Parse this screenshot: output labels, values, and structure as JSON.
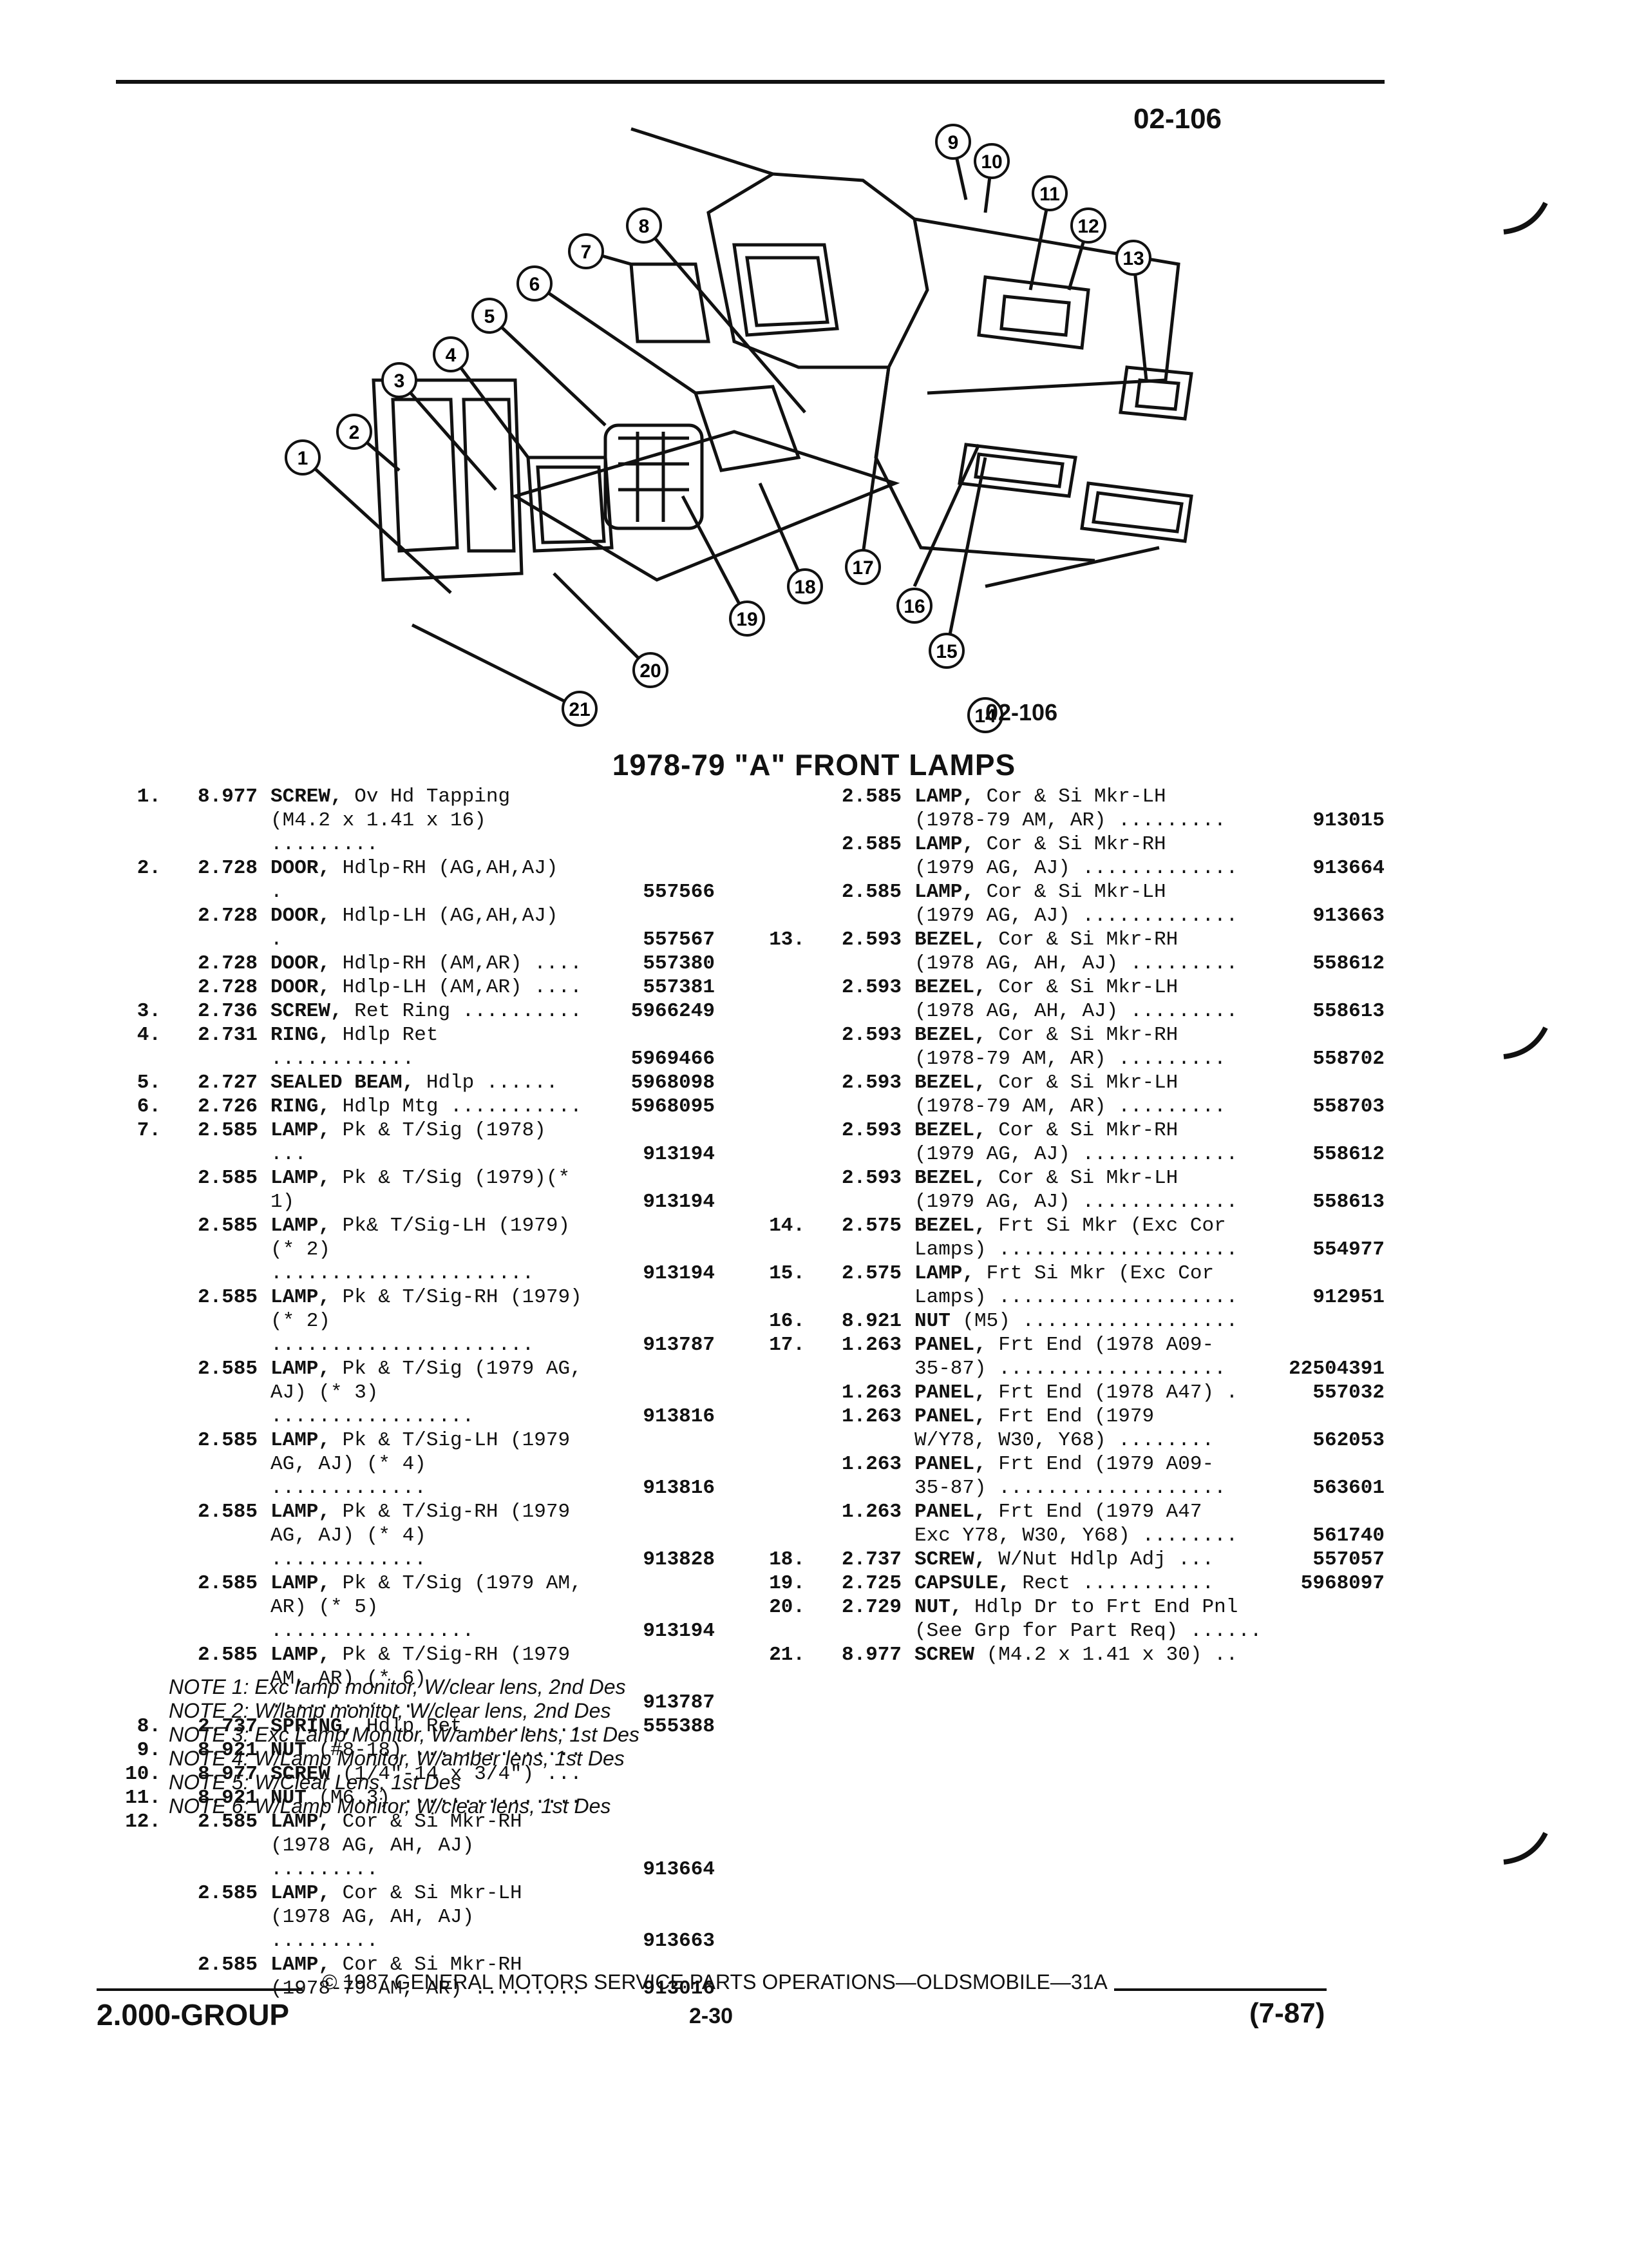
{
  "header": {
    "page_code": "02-106"
  },
  "diagram": {
    "callouts": [
      "1",
      "2",
      "3",
      "4",
      "5",
      "6",
      "7",
      "8",
      "9",
      "10",
      "11",
      "12",
      "13",
      "14",
      "15",
      "16",
      "17",
      "18",
      "19",
      "20",
      "21"
    ],
    "figure_label": "02-106"
  },
  "title": "1978-79 \"A\" FRONT LAMPS",
  "left_entries": [
    {
      "num": "1.",
      "grp": "8.977",
      "name": "SCREW,",
      "text": " Ov Hd Tapping",
      "pn": ""
    },
    {
      "num": "",
      "grp": "",
      "name": "",
      "text": "(M4.2 x 1.41 x 16) .........",
      "pn": ""
    },
    {
      "num": "2.",
      "grp": "2.728",
      "name": "DOOR,",
      "text": " Hdlp-RH (AG,AH,AJ)  .",
      "pn": "557566"
    },
    {
      "num": "",
      "grp": "2.728",
      "name": "DOOR,",
      "text": " Hdlp-LH (AG,AH,AJ)  .",
      "pn": "557567"
    },
    {
      "num": "",
      "grp": "2.728",
      "name": "DOOR,",
      "text": " Hdlp-RH (AM,AR) ....",
      "pn": "557380"
    },
    {
      "num": "",
      "grp": "2.728",
      "name": "DOOR,",
      "text": " Hdlp-LH (AM,AR) ....",
      "pn": "557381"
    },
    {
      "num": "3.",
      "grp": "2.736",
      "name": "SCREW,",
      "text": " Ret Ring ..........",
      "pn": "5966249"
    },
    {
      "num": "4.",
      "grp": "2.731",
      "name": "RING,",
      "text": " Hdlp Ret ............",
      "pn": "5969466"
    },
    {
      "num": "5.",
      "grp": "2.727",
      "name": "SEALED BEAM,",
      "text": " Hdlp ......",
      "pn": "5968098"
    },
    {
      "num": "6.",
      "grp": "2.726",
      "name": "RING,",
      "text": " Hdlp Mtg ...........",
      "pn": "5968095"
    },
    {
      "num": "7.",
      "grp": "2.585",
      "name": "LAMP,",
      "text": " Pk & T/Sig (1978) ...",
      "pn": "913194"
    },
    {
      "num": "",
      "grp": "2.585",
      "name": "LAMP,",
      "text": " Pk & T/Sig (1979)(* 1)",
      "pn": "913194"
    },
    {
      "num": "",
      "grp": "2.585",
      "name": "LAMP,",
      "text": " Pk& T/Sig-LH (1979)",
      "pn": ""
    },
    {
      "num": "",
      "grp": "",
      "name": "",
      "text": "(* 2) ......................",
      "pn": "913194"
    },
    {
      "num": "",
      "grp": "2.585",
      "name": "LAMP,",
      "text": " Pk & T/Sig-RH (1979)",
      "pn": ""
    },
    {
      "num": "",
      "grp": "",
      "name": "",
      "text": "(* 2) ......................",
      "pn": "913787"
    },
    {
      "num": "",
      "grp": "2.585",
      "name": "LAMP,",
      "text": " Pk & T/Sig (1979 AG,",
      "pn": ""
    },
    {
      "num": "",
      "grp": "",
      "name": "",
      "text": "AJ) (* 3) .................",
      "pn": "913816"
    },
    {
      "num": "",
      "grp": "2.585",
      "name": "LAMP,",
      "text": " Pk & T/Sig-LH (1979",
      "pn": ""
    },
    {
      "num": "",
      "grp": "",
      "name": "",
      "text": "AG, AJ) (* 4) .............",
      "pn": "913816"
    },
    {
      "num": "",
      "grp": "2.585",
      "name": "LAMP,",
      "text": " Pk & T/Sig-RH (1979",
      "pn": ""
    },
    {
      "num": "",
      "grp": "",
      "name": "",
      "text": "AG, AJ) (* 4) .............",
      "pn": "913828"
    },
    {
      "num": "",
      "grp": "2.585",
      "name": "LAMP,",
      "text": " Pk & T/Sig (1979 AM,",
      "pn": ""
    },
    {
      "num": "",
      "grp": "",
      "name": "",
      "text": "AR) (* 5) .................",
      "pn": "913194"
    },
    {
      "num": "",
      "grp": "2.585",
      "name": "LAMP,",
      "text": " Pk & T/Sig-RH (1979",
      "pn": ""
    },
    {
      "num": "",
      "grp": "",
      "name": "",
      "text": "AM, AR) (* 6) .............",
      "pn": "913787"
    },
    {
      "num": "8.",
      "grp": "2.737",
      "name": "SPRING,",
      "text": " Hdlp Ret .........",
      "pn": "555388"
    },
    {
      "num": "9.",
      "grp": "8.921",
      "name": "NUT",
      "text": " (#8-18) ..............",
      "pn": ""
    },
    {
      "num": "10.",
      "grp": "8.977",
      "name": "SCREW",
      "text": " (1/4\"-14 x 3/4\") ...",
      "pn": ""
    },
    {
      "num": "11.",
      "grp": "8.921",
      "name": "NUT",
      "text": " (M6.3) ...............",
      "pn": ""
    },
    {
      "num": "12.",
      "grp": "2.585",
      "name": "LAMP,",
      "text": " Cor & Si Mkr-RH",
      "pn": ""
    },
    {
      "num": "",
      "grp": "",
      "name": "",
      "text": "(1978 AG, AH, AJ) .........",
      "pn": "913664"
    },
    {
      "num": "",
      "grp": "2.585",
      "name": "LAMP,",
      "text": " Cor & Si Mkr-LH",
      "pn": ""
    },
    {
      "num": "",
      "grp": "",
      "name": "",
      "text": "(1978 AG, AH, AJ) .........",
      "pn": "913663"
    },
    {
      "num": "",
      "grp": "2.585",
      "name": "LAMP,",
      "text": " Cor & Si Mkr-RH",
      "pn": ""
    },
    {
      "num": "",
      "grp": "",
      "name": "",
      "text": "(1978-79 AM, AR) .........",
      "pn": "913016"
    }
  ],
  "right_entries": [
    {
      "num": "",
      "grp": "2.585",
      "name": "LAMP,",
      "text": " Cor & Si Mkr-LH",
      "pn": ""
    },
    {
      "num": "",
      "grp": "",
      "name": "",
      "text": "(1978-79 AM, AR) .........",
      "pn": "913015"
    },
    {
      "num": "",
      "grp": "2.585",
      "name": "LAMP,",
      "text": " Cor & Si Mkr-RH",
      "pn": ""
    },
    {
      "num": "",
      "grp": "",
      "name": "",
      "text": "(1979 AG, AJ) .............",
      "pn": "913664"
    },
    {
      "num": "",
      "grp": "2.585",
      "name": "LAMP,",
      "text": " Cor & Si Mkr-LH",
      "pn": ""
    },
    {
      "num": "",
      "grp": "",
      "name": "",
      "text": "(1979 AG, AJ) .............",
      "pn": "913663"
    },
    {
      "num": "13.",
      "grp": "2.593",
      "name": "BEZEL,",
      "text": " Cor & Si Mkr-RH",
      "pn": ""
    },
    {
      "num": "",
      "grp": "",
      "name": "",
      "text": "(1978 AG, AH, AJ) .........",
      "pn": "558612"
    },
    {
      "num": "",
      "grp": "2.593",
      "name": "BEZEL,",
      "text": " Cor & Si Mkr-LH",
      "pn": ""
    },
    {
      "num": "",
      "grp": "",
      "name": "",
      "text": "(1978 AG, AH, AJ) .........",
      "pn": "558613"
    },
    {
      "num": "",
      "grp": "2.593",
      "name": "BEZEL,",
      "text": " Cor & Si Mkr-RH",
      "pn": ""
    },
    {
      "num": "",
      "grp": "",
      "name": "",
      "text": "(1978-79 AM, AR) .........",
      "pn": "558702"
    },
    {
      "num": "",
      "grp": "2.593",
      "name": "BEZEL,",
      "text": " Cor & Si Mkr-LH",
      "pn": ""
    },
    {
      "num": "",
      "grp": "",
      "name": "",
      "text": "(1978-79 AM, AR) .........",
      "pn": "558703"
    },
    {
      "num": "",
      "grp": "2.593",
      "name": "BEZEL,",
      "text": " Cor & Si Mkr-RH",
      "pn": ""
    },
    {
      "num": "",
      "grp": "",
      "name": "",
      "text": "(1979 AG, AJ) .............",
      "pn": "558612"
    },
    {
      "num": "",
      "grp": "2.593",
      "name": "BEZEL,",
      "text": " Cor & Si Mkr-LH",
      "pn": ""
    },
    {
      "num": "",
      "grp": "",
      "name": "",
      "text": "(1979 AG, AJ) .............",
      "pn": "558613"
    },
    {
      "num": "14.",
      "grp": "2.575",
      "name": "BEZEL,",
      "text": " Frt Si Mkr (Exc Cor",
      "pn": ""
    },
    {
      "num": "",
      "grp": "",
      "name": "",
      "text": "Lamps) ....................",
      "pn": "554977"
    },
    {
      "num": "15.",
      "grp": "2.575",
      "name": "LAMP,",
      "text": " Frt Si Mkr (Exc Cor",
      "pn": ""
    },
    {
      "num": "",
      "grp": "",
      "name": "",
      "text": "Lamps) ....................",
      "pn": "912951"
    },
    {
      "num": "16.",
      "grp": "8.921",
      "name": "NUT",
      "text": " (M5) ..................",
      "pn": ""
    },
    {
      "num": "17.",
      "grp": "1.263",
      "name": "PANEL,",
      "text": " Frt End (1978 A09-",
      "pn": ""
    },
    {
      "num": "",
      "grp": "",
      "name": "",
      "text": "35-87) ...................",
      "pn": "22504391"
    },
    {
      "num": "",
      "grp": "1.263",
      "name": "PANEL,",
      "text": " Frt End (1978 A47) .",
      "pn": "557032"
    },
    {
      "num": "",
      "grp": "1.263",
      "name": "PANEL,",
      "text": " Frt End (1979",
      "pn": ""
    },
    {
      "num": "",
      "grp": "",
      "name": "",
      "text": "W/Y78, W30, Y68) ........",
      "pn": "562053"
    },
    {
      "num": "",
      "grp": "1.263",
      "name": "PANEL,",
      "text": " Frt End (1979 A09-",
      "pn": ""
    },
    {
      "num": "",
      "grp": "",
      "name": "",
      "text": "35-87) ...................",
      "pn": "563601"
    },
    {
      "num": "",
      "grp": "1.263",
      "name": "PANEL,",
      "text": " Frt End (1979 A47",
      "pn": ""
    },
    {
      "num": "",
      "grp": "",
      "name": "",
      "text": "Exc Y78, W30, Y68) ........",
      "pn": "561740"
    },
    {
      "num": "18.",
      "grp": "2.737",
      "name": "SCREW,",
      "text": " W/Nut Hdlp Adj ...",
      "pn": "557057"
    },
    {
      "num": "19.",
      "grp": "2.725",
      "name": "CAPSULE,",
      "text": " Rect ...........",
      "pn": "5968097"
    },
    {
      "num": "20.",
      "grp": "2.729",
      "name": "NUT,",
      "text": " Hdlp Dr to Frt End Pnl",
      "pn": ""
    },
    {
      "num": "",
      "grp": "",
      "name": "",
      "text": "(See Grp for Part Req) ......",
      "pn": ""
    },
    {
      "num": "21.",
      "grp": "8.977",
      "name": "SCREW",
      "text": " (M4.2 x 1.41 x 30) ..",
      "pn": ""
    }
  ],
  "notes": [
    "NOTE 1: Exc lamp monitor, W/clear lens, 2nd Des",
    "NOTE 2: W/lamp monitor, W/clear lens, 2nd Des",
    "NOTE 3: Exc Lamp Monitor, W/amber lens, 1st Des",
    "NOTE 4: W/Lamp Monitor, W/amber lens, 1st Des",
    "NOTE 5: W/Clear Lens, 1st Des",
    "NOTE 6: W/Lamp Monitor, W/clear lens, 1st Des"
  ],
  "footer": {
    "copyright": "© 1987 GENERAL MOTORS SERVICE PARTS OPERATIONS—OLDSMOBILE—31A",
    "group": "2.000-GROUP",
    "page": "2-30",
    "date": "(7-87)"
  }
}
